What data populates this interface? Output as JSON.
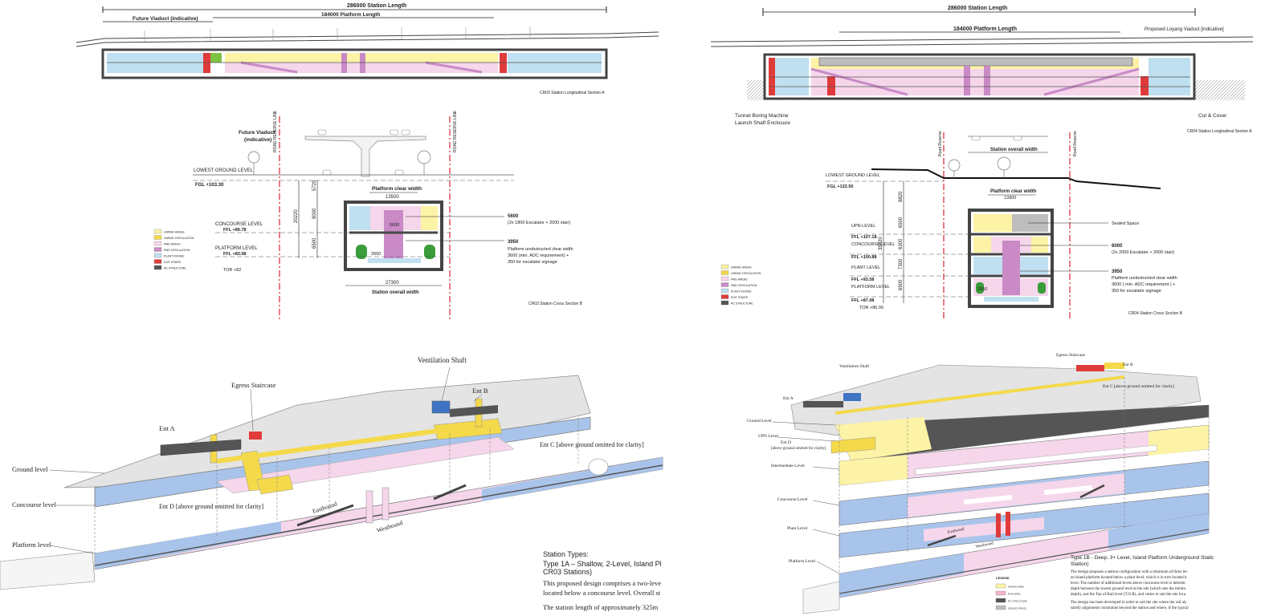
{
  "left": {
    "long_section": {
      "station_length": "286000 Station Length",
      "future_viaduct": "Future Viaduct (indicative)",
      "platform_length": "184000 Platform Length",
      "caption": "CR03 Station Longitudinal Section A"
    },
    "cross_section": {
      "future_viaduct": "Future Viaduct",
      "future_viaduct_2": "(indicative)",
      "road_reserve_1": "ROAD RESERVE LINE",
      "road_reserve_2": "ROAD RESERVE LINE",
      "lowest_ground": "LOWEST GROUND LEVEL",
      "fgl": "FGL +103.30",
      "platform_clear_width": "Platform clear width",
      "dim_13500": "13500",
      "dim_5600": "5600",
      "dim_5720": "5720",
      "dim_8000": "8000",
      "dim_6500": "6500",
      "dim_20220": "20220",
      "concourse_level": "CONCOURSE LEVEL",
      "ffl_concourse": "FFL +89.78",
      "platform_level": "PLATFORM LEVEL",
      "ffl_platform": "FFL +83.08",
      "tor": "TOR +82",
      "dim_3950a": "3950",
      "dim_27300": "27300",
      "overall_width": "Station overall width",
      "note_5600": "5600",
      "note_5600_desc": "(2x 1800 Escalator + 2000 stair)",
      "note_3950": "3950",
      "note_3950_desc1": "Platform unobstructed clear width",
      "note_3950_desc2": "3600 (min. ADC requirement) +",
      "note_3950_desc3": "350 for escalator signage",
      "caption": "CR03 Station Cross Section B"
    },
    "legend": [
      {
        "label": "UNPAID AREAS",
        "color": "#fdf3a6"
      },
      {
        "label": "UNPAID CIRCULATION",
        "color": "#f4d94a"
      },
      {
        "label": "PAID AREAS",
        "color": "#f5d6ea"
      },
      {
        "label": "PAID CIRCULATION",
        "color": "#c98ac6"
      },
      {
        "label": "PLANT ROOMS",
        "color": "#bfe0f0"
      },
      {
        "label": "EXIT STAIRS",
        "color": "#e03b3b"
      },
      {
        "label": "RC STRUCTURE",
        "color": "#555555"
      }
    ],
    "axo": {
      "ventilation_shaft": "Ventilation Shaft",
      "egress_staircase": "Egress Staircase",
      "ent_b": "Ent B",
      "ent_a": "Ent A",
      "ent_c": "Ent C [above ground omitted for clarity]",
      "ent_d": "Ent D [above ground omitted for clarity]",
      "ground_level": "Ground level",
      "concourse_level": "Concourse level",
      "platform_level": "Platform level",
      "eastbound": "Eastbound",
      "westbound": "Westbound"
    },
    "text": {
      "heading": "Station Types:",
      "subheading1": "Type 1A – Shallow, 2-Level, Island Pl",
      "subheading2": "CR03 Stations)",
      "para1": "This proposed design comprises a two-leve",
      "para2": "located below a concourse level. Overall st",
      "para3": "The station length of approximately 325m"
    }
  },
  "right": {
    "long_section": {
      "station_length": "286000 Station Length",
      "platform_length": "184000 Platform Length",
      "proposed_viaduct": "Proposed Loyang Viaduct [indicative]",
      "tbm": "Tunnel Boring Machine",
      "tbm2": "Launch Shaft Enclosure",
      "cut_cover": "Cut & Cover",
      "caption": "CR04 Station Longitudinal Section A"
    },
    "cross_section": {
      "road_reserve_1": "Road Reserve",
      "road_reserve_2": "Road Reserve",
      "overall_width": "Station overall width",
      "lowest_ground": "LOWEST GROUND LEVEL",
      "fgl": "FGL +122.50",
      "platform_clear_width": "Platform clear width",
      "dim_13900": "13900",
      "dim_8820": "8820",
      "dim_6500a": "6500",
      "dim_35420": "35420",
      "dim_6300": "6300",
      "dim_7300": "7300",
      "dim_6500b": "6500",
      "upn_level": "UPN LEVEL",
      "ffl_upn": "FFL +107.18",
      "concourse_level": "CONCOURSE LEVEL",
      "ffl_concourse": "FFL +100.88",
      "plant_level": "PLANT LEVEL",
      "ffl_plant": "FFL +93.58",
      "platform_level": "PLATFORM LEVEL",
      "ffl_platform": "FFL +87.08",
      "tor": "TOR +86.00",
      "dim_3950": "3950",
      "sealed_space": "Sealed Space",
      "note_6000": "6000",
      "note_6000_desc": "(2x 2000 Escalator + 2000 stair)",
      "note_3950": "3950",
      "note_3950_desc1": "Platform unobstructed clear width",
      "note_3950_desc2": "3600 ( min. ADC requirement ) +",
      "note_3950_desc3": "350 for escalator signage",
      "caption": "CR04 Station Cross Section B"
    },
    "legend": [
      {
        "label": "UNPAID AREAS",
        "color": "#fdf3a6"
      },
      {
        "label": "UNPAID CIRCULATION",
        "color": "#f4d94a"
      },
      {
        "label": "PAID AREAS",
        "color": "#f5d6ea"
      },
      {
        "label": "PAID CIRCULATION",
        "color": "#c98ac6"
      },
      {
        "label": "PLANT ROOMS",
        "color": "#bfe0f0"
      },
      {
        "label": "EXIT STAIRS",
        "color": "#e03b3b"
      },
      {
        "label": "RC STRUCTURE",
        "color": "#555555"
      }
    ],
    "axo": {
      "egress_staircase": "Egress Staircase",
      "ventilation_shaft": "Ventilation Shaft",
      "ent_b": "Ent B",
      "ent_a": "Ent A",
      "ent_c": "Ent C [above ground omitted for clarity]",
      "ground_level": "Ground Level",
      "upn_level": "UPN Level",
      "ent_d": "Ent D",
      "ent_d2": "[above ground omitted for clarity]",
      "intermediate_level": "Intermediate Level",
      "concourse_level": "Concourse Level",
      "plant_level": "Plant Level",
      "platform_level": "Platform Level",
      "eastbound": "Eastbound",
      "westbound": "Westbound"
    },
    "text": {
      "heading1": "Type 1B - Deep, 3+ Level, Island Platform Underground Static",
      "heading2": "Station)",
      "para1": "The design proposes a station configuration with a minimum of three lev",
      "para2": "an island platform located below a plant level, which is in turn located b",
      "para3": "level. The number of additional levels above concourse level is determi",
      "para4": "depth between the lowest ground level at the site (which sets the minim",
      "para5": "depth), and the Top of Rail level (T.O.R), and varies to suit the site loca",
      "para6": "The design has been developed in order to suit the site where the rail aly",
      "para7": "satisfy alignments constraints beyond the station and where, if the typical"
    },
    "legend_b": {
      "title": "LEGEND",
      "items": [
        {
          "label": "UNPAID AREA",
          "color": "#fdf3a6"
        },
        {
          "label": "PAID AREA",
          "color": "#f4b3cf"
        },
        {
          "label": "RC STRUCTURE",
          "color": "#555555"
        },
        {
          "label": "SEALED SPACE",
          "color": "#bdbdbd"
        }
      ]
    }
  }
}
